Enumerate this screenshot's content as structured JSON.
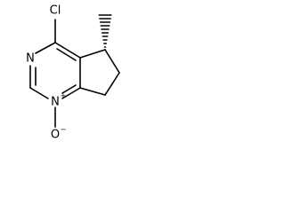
{
  "molecule": {
    "atoms": {
      "cl": "Cl",
      "n3": "N",
      "n1": "N",
      "n1_charge": "+",
      "oxide": "O",
      "oxide_charge": "−"
    }
  },
  "colors": {
    "bond": "#000000",
    "label": "#000000",
    "background": "#ffffff"
  }
}
